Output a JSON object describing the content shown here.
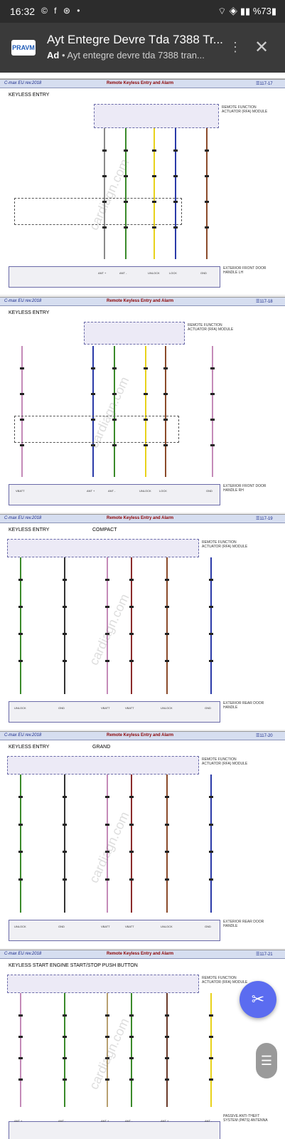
{
  "status": {
    "time": "16:32",
    "app_icons": "© f ⊛ •",
    "right": "⌔ ◈ ▮▮ %73▮"
  },
  "ad": {
    "logo_text": "PRAVM",
    "title": "Ayt Entegre Devre Tda 7388 Tr...",
    "label": "Ad",
    "subtitle": " • Ayt entegre devre tda 7388 tran..."
  },
  "watermark": "cardiagn.com",
  "pages": [
    {
      "rev": "C-max EU rev.2018",
      "title": "Remote Keyless Entry and Alarm",
      "num": "117-17",
      "section": "KEYLESS ENTRY",
      "sub": "",
      "module": "REMOTE FUNCTION ACTUATOR (RFA) MODULE",
      "handle": "EXTERIOR FRONT DOOR HANDLE LH",
      "wires": [
        "ANT +",
        "ANT -",
        "UNLOCK",
        "LOCK",
        "GND"
      ]
    },
    {
      "rev": "C-max EU rev.2018",
      "title": "Remote Keyless Entry and Alarm",
      "num": "117-18",
      "section": "KEYLESS ENTRY",
      "sub": "",
      "module": "REMOTE FUNCTION ACTUATOR (RFA) MODULE",
      "handle": "EXTERIOR FRONT DOOR HANDLE RH",
      "wires": [
        "VBATT",
        "ANT +",
        "ANT -",
        "UNLOCK",
        "LOCK",
        "GND"
      ]
    },
    {
      "rev": "C-max EU rev.2018",
      "title": "Remote Keyless Entry and Alarm",
      "num": "117-19",
      "section": "KEYLESS ENTRY",
      "sub": "COMPACT",
      "module": "REMOTE FUNCTION ACTUATOR (RFA) MODULE",
      "handle": "EXTERIOR REAR DOOR HANDLE",
      "wires": [
        "UNLOCK",
        "GND",
        "VBATT",
        "VBATT",
        "UNLOCK",
        "GND"
      ]
    },
    {
      "rev": "C-max EU rev.2018",
      "title": "Remote Keyless Entry and Alarm",
      "num": "117-20",
      "section": "KEYLESS ENTRY",
      "sub": "GRAND",
      "module": "REMOTE FUNCTION ACTUATOR (RFA) MODULE",
      "handle": "EXTERIOR REAR DOOR HANDLE",
      "wires": [
        "UNLOCK",
        "GND",
        "VBATT",
        "VBATT",
        "UNLOCK",
        "GND"
      ]
    },
    {
      "rev": "C-max EU rev.2018",
      "title": "Remote Keyless Entry and Alarm",
      "num": "117-21",
      "section": "KEYLESS START ENGINE START/STOP PUSH BUTTON",
      "sub": "",
      "module": "REMOTE FUNCTION ACTUATOR (RFA) MODULE",
      "handle": "PASSIVE ANTI-THEFT SYSTEM (PATS) ANTENNA",
      "wires": [
        "ANT +",
        "ANT -",
        "ANT +",
        "ANT -",
        "ANT +",
        "ANT -"
      ]
    }
  ]
}
